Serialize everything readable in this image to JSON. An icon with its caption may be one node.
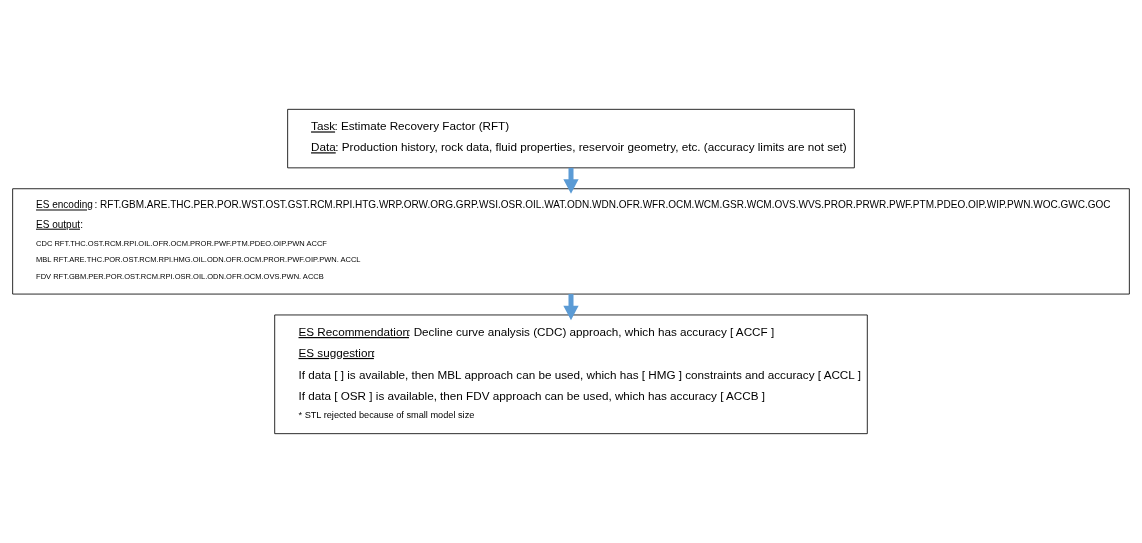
{
  "diagram": {
    "nodes": [
      {
        "text": [
          "Task: Estimate Recovery Factor (RFT)",
          "Data: Production history, rock data, fluid properties, reservoir geometry, etc. (accuracy limits are not set)"
        ]
      },
      {
        "text": [
          "ES encoding: RFT.GBM.ARE.THC.PER.POR.WST.OST.GST.RCM.RPI.HTG.WRP.ORW.ORG.GRP.WSI.OSR.OIL.WAT.ODN.WDN.OFR.WFR.OCM.WCM.GSR.WCM.OVS.WVS.PROR.PRWR.PWF.PTM.PDEO.OIP.WIP.PWN.WOC.GWC.GOC",
          "ES output:",
          "CDC RFT.THC.OST.RCM.RPI.OIL.OFR.OCM.PROR.PWF.PTM.PDEO.OIP.PWN ACCF",
          "MBL RFT.ARE.THC.POR.OST.RCM.RPI.HMG.OIL.ODN.OFR.OCM.PROR.PWF.OIP.PWN. ACCL",
          "FDV RFT.GBM.PER.POR.OST.RCM.RPI.OSR.OIL.ODN.OFR.OCM.OVS.PWN. ACCB"
        ]
      },
      {
        "text": [
          "ES Recommendation: Decline curve analysis (CDC) approach, which has accuracy [ ACCF ]",
          "ES suggestion:",
          "If data [ ] is available, then MBL approach can be used, which has [ HMG ] constraints and accuracy [ ACCL ]",
          "If data [ OSR ] is available, then FDV approach can be used, which has accuracy [ ACCB ]",
          "* STL rejected because of small model size"
        ]
      }
    ],
    "edges": [
      {
        "from": 0,
        "to": 1,
        "arrow": "to"
      },
      {
        "from": 1,
        "to": 2,
        "arrow": "to"
      }
    ]
  }
}
